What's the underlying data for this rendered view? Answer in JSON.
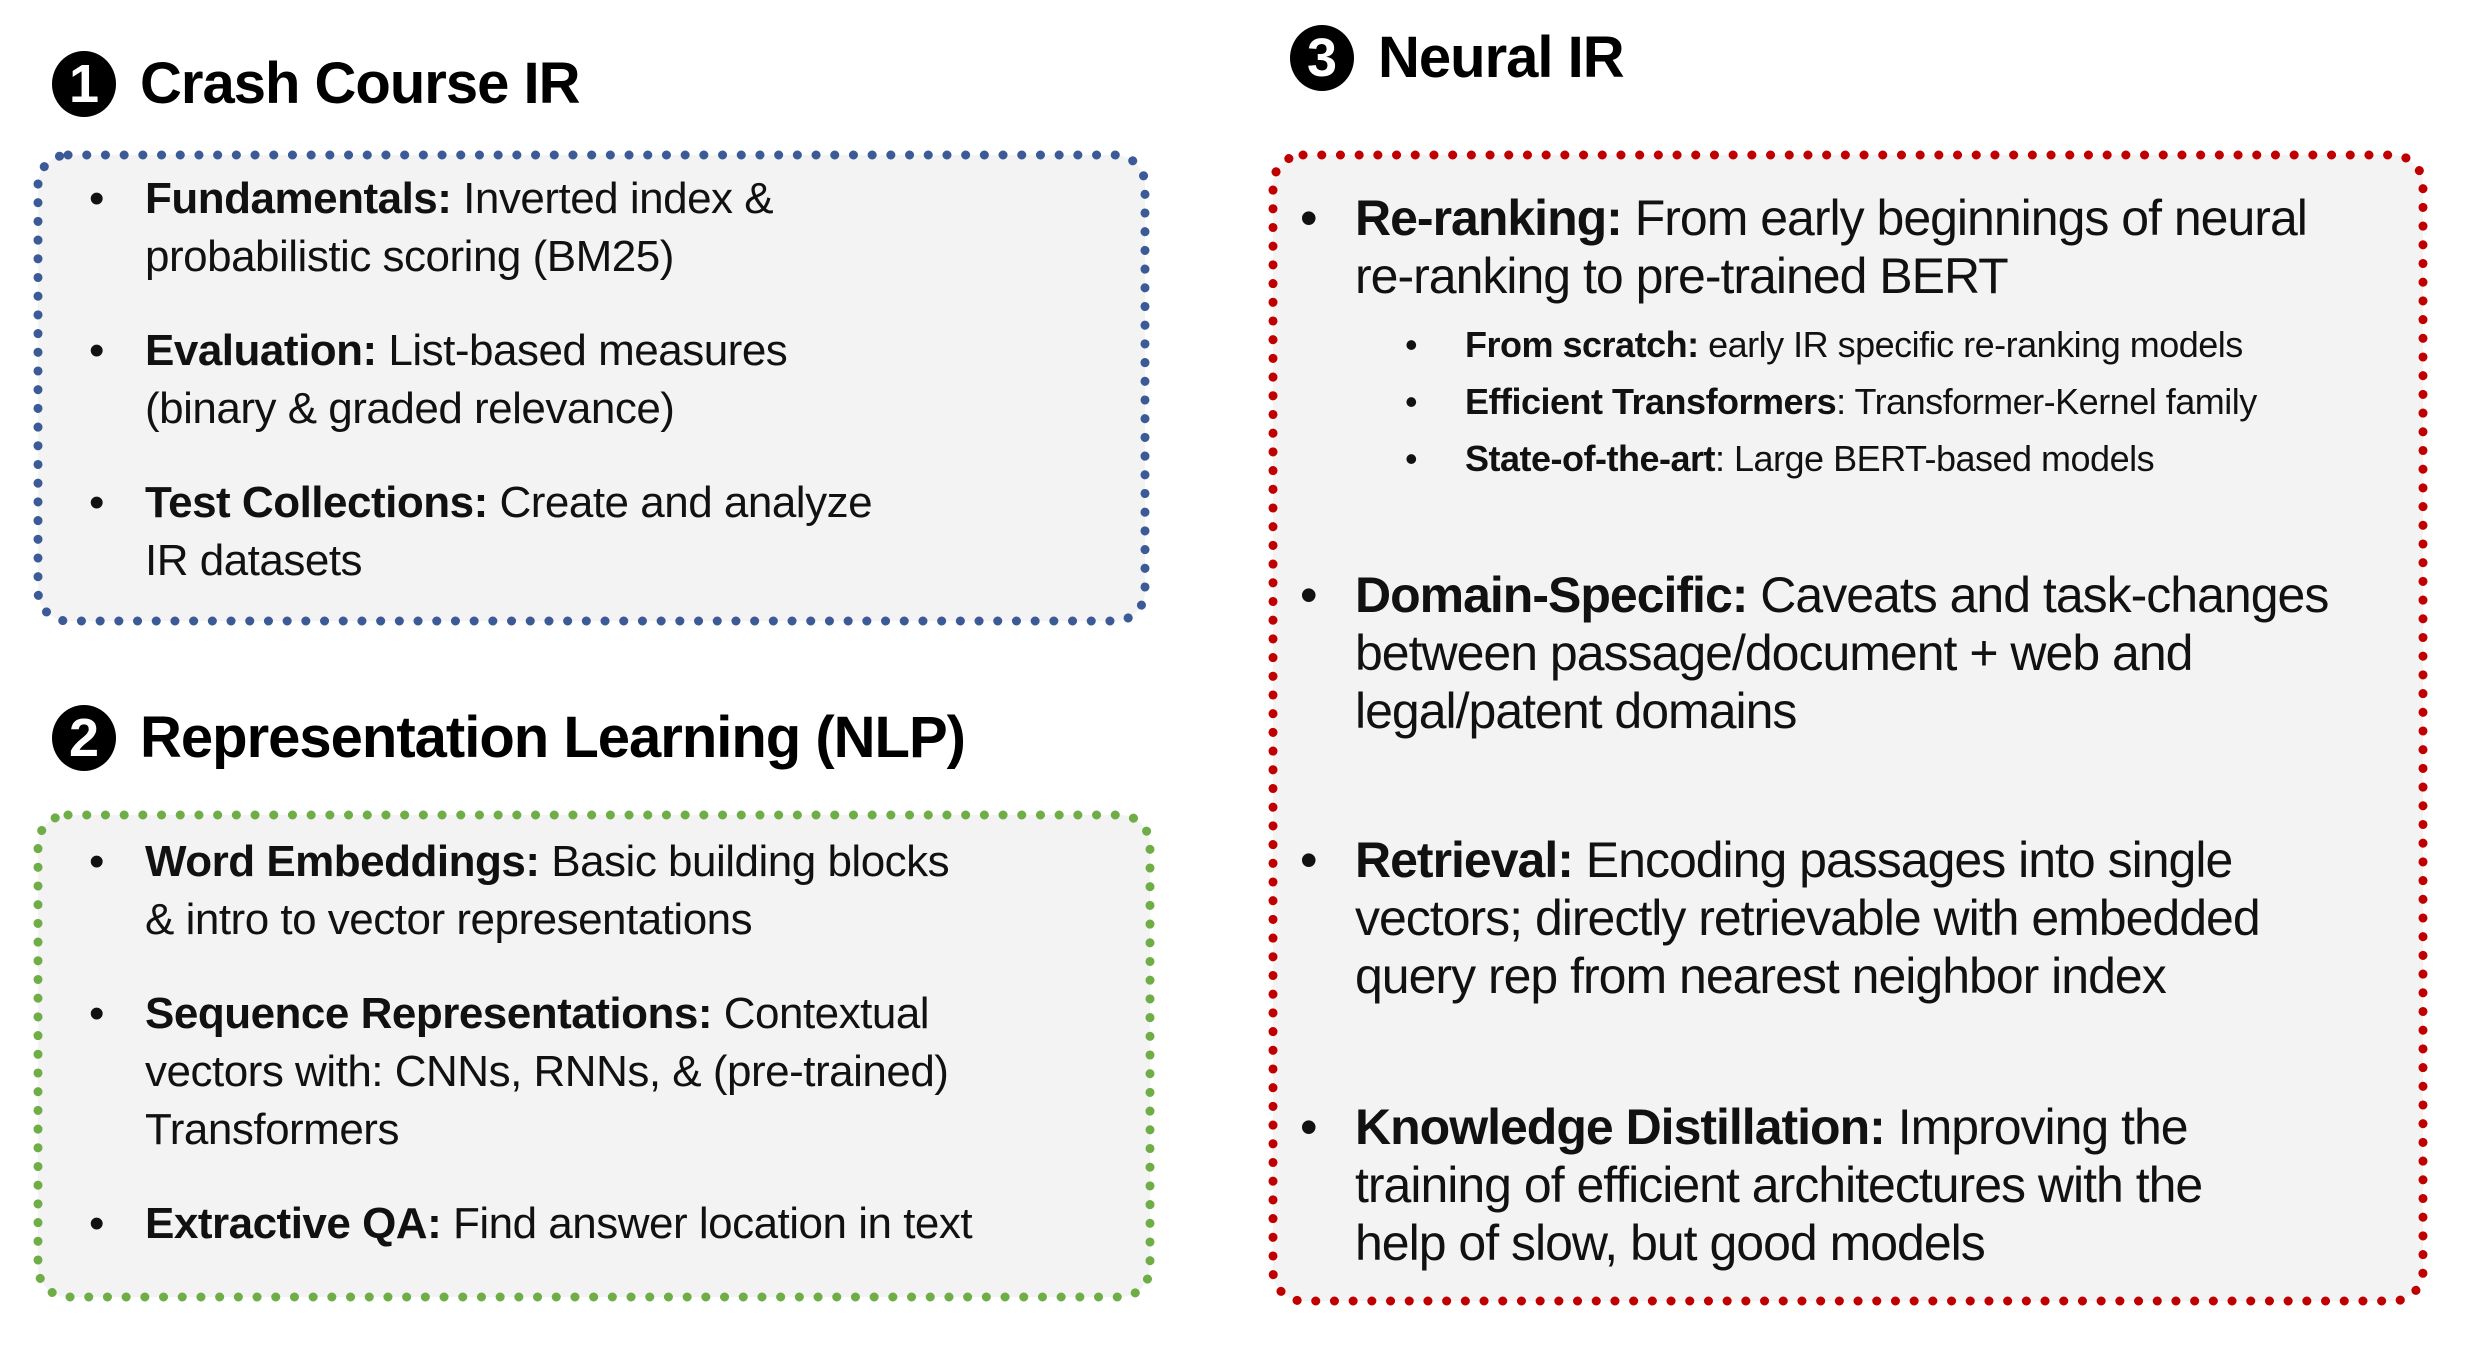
{
  "theme": {
    "background": "#FFFFFF",
    "box_fill": "#F3F3F3",
    "text_color": "#111111",
    "badge_color": "#000000"
  },
  "glyphs": {
    "bullet": "•"
  },
  "sections": [
    {
      "number": "1",
      "title": "Crash Course IR",
      "accent_color": "#3C5A96",
      "bullets": [
        {
          "lines": [
            {
              "b": "Fundamentals:",
              "r": " Inverted index &"
            },
            {
              "b": "",
              "r": "probabilistic scoring (BM25)"
            }
          ]
        },
        {
          "lines": [
            {
              "b": "Evaluation:",
              "r": " List-based measures"
            },
            {
              "b": "",
              "r": "(binary & graded relevance)"
            }
          ]
        },
        {
          "lines": [
            {
              "b": "Test Collections:",
              "r": " Create and analyze"
            },
            {
              "b": "",
              "r": "IR datasets"
            }
          ]
        }
      ]
    },
    {
      "number": "2",
      "title": "Representation Learning (NLP)",
      "accent_color": "#6FAD47",
      "bullets": [
        {
          "lines": [
            {
              "b": "Word Embeddings:",
              "r": " Basic building blocks"
            },
            {
              "b": "",
              "r": "& intro to vector representations"
            }
          ]
        },
        {
          "lines": [
            {
              "b": "Sequence Representations:",
              "r": " Contextual"
            },
            {
              "b": "",
              "r": "vectors with: CNNs, RNNs, & (pre-trained)"
            },
            {
              "b": "",
              "r": "Transformers"
            }
          ]
        },
        {
          "lines": [
            {
              "b": "Extractive QA:",
              "r": " Find answer location in text"
            }
          ]
        }
      ]
    },
    {
      "number": "3",
      "title": "Neural IR",
      "accent_color": "#C00000",
      "bullets": [
        {
          "lines": [
            {
              "b": "Re-ranking:",
              "r": " From early beginnings of neural"
            },
            {
              "b": "",
              "r": "re-ranking to pre-trained BERT"
            }
          ],
          "subbullets": [
            {
              "b": "From scratch:",
              "r": " early IR specific re-ranking models"
            },
            {
              "b": "Efficient Transformers",
              "r": ": Transformer-Kernel family"
            },
            {
              "b": "State-of-the-art",
              "r": ": Large BERT-based models"
            }
          ]
        },
        {
          "lines": [
            {
              "b": "Domain-Specific:",
              "r": " Caveats and task-changes"
            },
            {
              "b": "",
              "r": "between passage/document + web and"
            },
            {
              "b": "",
              "r": "legal/patent domains"
            }
          ]
        },
        {
          "lines": [
            {
              "b": "Retrieval:",
              "r": " Encoding passages into single"
            },
            {
              "b": "",
              "r": "vectors; directly retrievable with embedded"
            },
            {
              "b": "",
              "r": "query rep from nearest neighbor index"
            }
          ]
        },
        {
          "lines": [
            {
              "b": "Knowledge Distillation:",
              "r": " Improving the"
            },
            {
              "b": "",
              "r": "training of efficient architectures with the"
            },
            {
              "b": "",
              "r": "help of slow, but good models"
            }
          ]
        }
      ]
    }
  ]
}
